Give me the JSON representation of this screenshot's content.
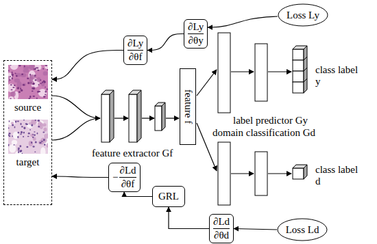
{
  "diagram": {
    "nodes": [
      {
        "text": [
          "source",
          "target"
        ]
      },
      {
        "text": [
          "Loss Ly"
        ]
      },
      {
        "text": [
          "∂Ly",
          "∂θy"
        ]
      },
      {
        "text": [
          "∂Ly",
          "∂θf"
        ]
      },
      {
        "text": [
          "feature f"
        ]
      },
      {
        "text": [
          "−",
          "∂Ld",
          "∂θf"
        ]
      },
      {
        "text": [
          "GRL"
        ]
      },
      {
        "text": [
          "∂Ld",
          "∂θd"
        ]
      },
      {
        "text": [
          "Loss Ld"
        ]
      }
    ],
    "edges": [
      {
        "from": 1,
        "to": 2,
        "arrow": "to"
      },
      {
        "from": 2,
        "to": 3,
        "arrow": "to"
      },
      {
        "from": 3,
        "to": 0,
        "arrow": "to"
      },
      {
        "from": 6,
        "to": 5,
        "arrow": "to"
      },
      {
        "from": 5,
        "to": 0,
        "arrow": "to"
      },
      {
        "from": 7,
        "to": 6,
        "arrow": "to"
      },
      {
        "from": 8,
        "to": 7,
        "arrow": "to"
      }
    ],
    "labels": [
      "feature extractor Gf",
      "label predictor Gy",
      "domain classification Gd",
      "class label y",
      "class label d"
    ]
  }
}
